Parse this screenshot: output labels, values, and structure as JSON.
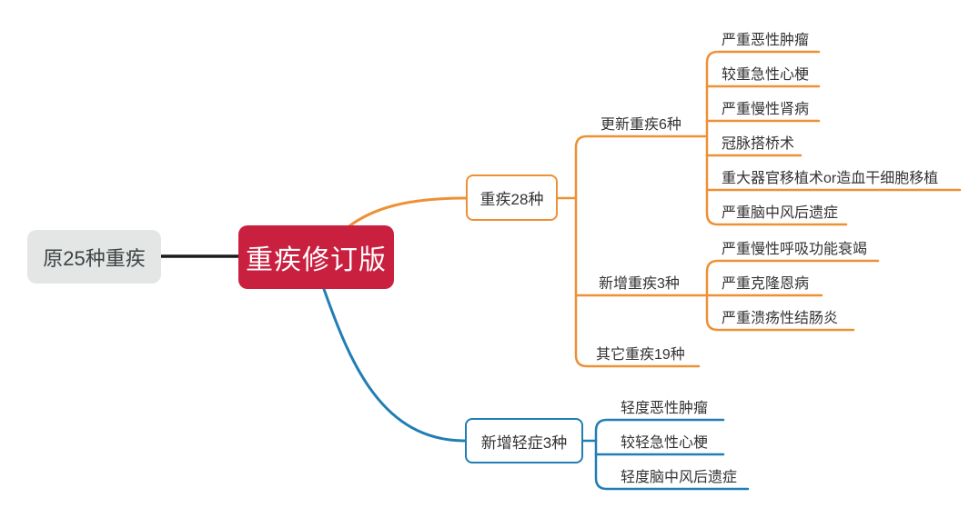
{
  "colors": {
    "root_bg": "#C92040",
    "root_text": "#FFFFFF",
    "branch_orange": "#EE9036",
    "branch_blue": "#207EB4",
    "origin_bg": "#E3E6E5",
    "origin_link": "#1A1A1A",
    "text": "#333333",
    "canvas_bg": "#FFFFFF"
  },
  "origin": {
    "label": "原25种重疾"
  },
  "root": {
    "label": "重疾修订版"
  },
  "critical": {
    "label": "重疾28种",
    "updated": {
      "label": "更新重疾6种",
      "items": [
        "严重恶性肿瘤",
        "较重急性心梗",
        "严重慢性肾病",
        "冠脉搭桥术",
        "重大器官移植术or造血干细胞移植",
        "严重脑中风后遗症"
      ]
    },
    "added": {
      "label": "新增重疾3种",
      "items": [
        "严重慢性呼吸功能衰竭",
        "严重克隆恩病",
        "严重溃疡性结肠炎"
      ]
    },
    "other": {
      "label": "其它重疾19种"
    }
  },
  "mild": {
    "label": "新增轻症3种",
    "items": [
      "轻度恶性肿瘤",
      "较轻急性心梗",
      "轻度脑中风后遗症"
    ]
  }
}
